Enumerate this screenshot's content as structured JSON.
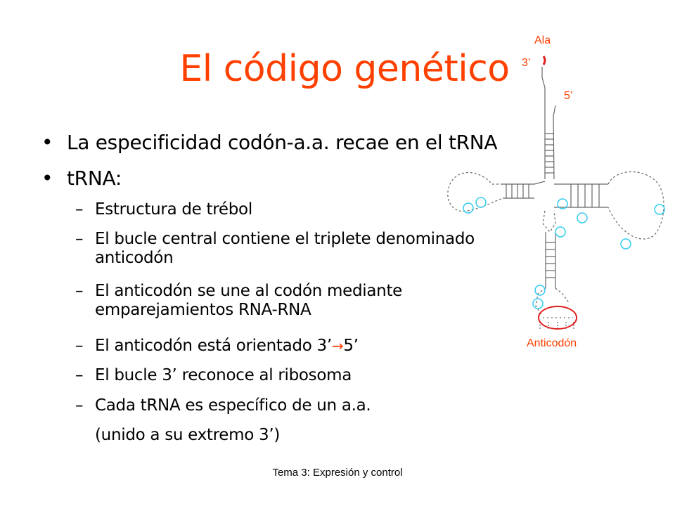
{
  "slide": {
    "title": "El código genético",
    "bullets": [
      "La especificidad codón-a.a. recae en el tRNA",
      "tRNA:"
    ],
    "sub_bullets": {
      "structure": "Estructura de trébol",
      "loop_line1": "El bucle central contiene el triplete denominado",
      "loop_line2": "anticodón",
      "pair_line1": "El anticodón se une al codón mediante",
      "pair_line2": "emparejamientos RNA-RNA",
      "orient_prefix": "El anticodón está orientado 3’",
      "orient_arrow": "→",
      "orient_suffix": "5’",
      "ribosome": "El bucle 3’ reconoce al ribosoma",
      "specific_line1": "Cada tRNA es específico de un a.a.",
      "specific_line2": "(unido a su extremo 3’)"
    },
    "bullet_symbol": "•",
    "dash_symbol": "–",
    "footer": "Tema 3: Expresión y control"
  },
  "diagram": {
    "labels": {
      "amino_acid": "Ala",
      "three_prime": "3’",
      "five_prime": "5’",
      "anticodon": "Anticodón"
    },
    "colors": {
      "title": "#ff4000",
      "labels": "#ff4000",
      "anticodon_ring": "#e02020",
      "modified_base_circles": "#33ccee",
      "strands": "#666666"
    }
  }
}
